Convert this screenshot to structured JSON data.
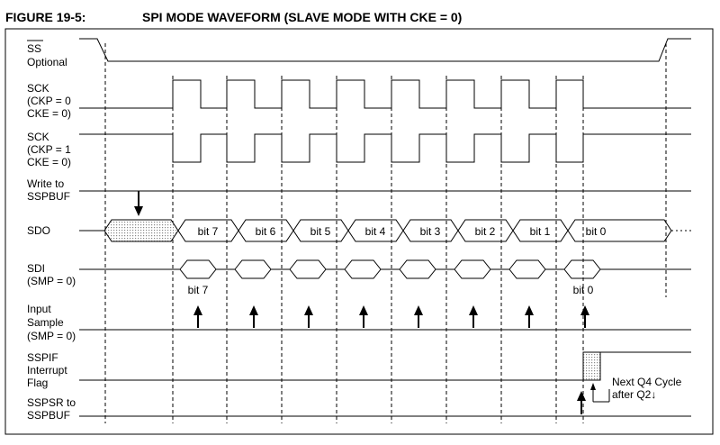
{
  "figure": {
    "number": "FIGURE 19-5:",
    "title": "SPI MODE WAVEFORM (SLAVE MODE WITH CKE = 0)"
  },
  "signals": {
    "ss": {
      "overbar": "SS",
      "sub": "Optional"
    },
    "sck0": {
      "line1": "SCK",
      "line2": "(CKP = 0",
      "line3": "CKE = 0)"
    },
    "sck1": {
      "line1": "SCK",
      "line2": "(CKP = 1",
      "line3": "CKE = 0)"
    },
    "write": {
      "line1": "Write to",
      "line2": "SSPBUF"
    },
    "sdo": {
      "line1": "SDO"
    },
    "sdi": {
      "line1": "SDI",
      "line2": "(SMP = 0)"
    },
    "sample": {
      "line1": "Input",
      "line2": "Sample",
      "line3": "(SMP = 0)"
    },
    "sspif": {
      "line1": "SSPIF",
      "line2": "Interrupt",
      "line3": "Flag"
    },
    "sspsr": {
      "line1": "SSPSR to",
      "line2": "SSPBUF"
    }
  },
  "sdo_bits": [
    "bit 7",
    "bit 6",
    "bit 5",
    "bit 4",
    "bit 3",
    "bit 2",
    "bit 1",
    "bit 0"
  ],
  "sdi_labels": {
    "first": "bit 7",
    "last": "bit 0"
  },
  "annotation": {
    "line1": "Next Q4 Cycle",
    "line2": "after Q2↓"
  },
  "colors": {
    "line": "#000000",
    "stipple": "#bbbbbb"
  }
}
